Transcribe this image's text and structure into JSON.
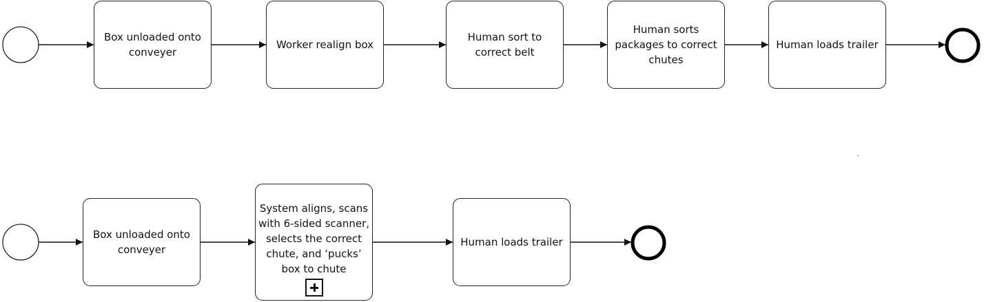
{
  "diagram": {
    "current_process": {
      "tasks": [
        {
          "id": "t1",
          "label": "Box unloaded onto conveyer"
        },
        {
          "id": "t2",
          "label": "Worker realign box"
        },
        {
          "id": "t3",
          "label": "Human sort to correct belt"
        },
        {
          "id": "t4",
          "label": "Human sorts packages to correct chutes"
        },
        {
          "id": "t5",
          "label": "Human loads trailer"
        }
      ]
    },
    "automated_process": {
      "tasks": [
        {
          "id": "a1",
          "label": "Box unloaded onto conveyer"
        },
        {
          "id": "a2",
          "label": "System aligns, scans with 6-sided scanner, selects the correct chute, and ‘pucks’ box to chute",
          "collapsed_subprocess": true
        },
        {
          "id": "a3",
          "label": "Human loads trailer"
        }
      ]
    },
    "colors": {
      "stroke": "#111111",
      "fill": "#ffffff"
    }
  }
}
